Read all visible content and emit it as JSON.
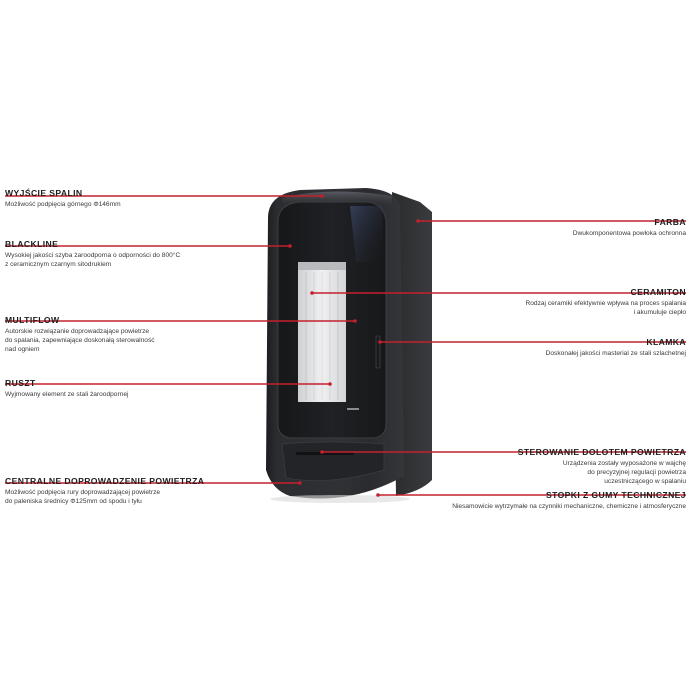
{
  "product": {
    "callouts": [
      {
        "id": "wyjscie-spalin",
        "title": "WYJŚCIE SPALIN",
        "lines": [
          "Możliwość podpięcia górnego Φ146mm"
        ]
      },
      {
        "id": "blackline",
        "title": "BLACKLINE",
        "lines": [
          "Wysokiej jakości szyba żaroodporna o odporności do 800°C",
          "z ceramicznym czarnym sitodrukiem"
        ]
      },
      {
        "id": "multiflow",
        "title": "MULTIFLOW",
        "lines": [
          "Autorskie rozwiązanie doprowadzające powietrze",
          "do spalania, zapewniające doskonałą sterowalność",
          "nad ogniem"
        ]
      },
      {
        "id": "ruszt",
        "title": "RUSZT",
        "lines": [
          "Wyjmowany element ze stali żaroodpornej"
        ]
      },
      {
        "id": "centralne-doprowadzenie",
        "title": "CENTRALNE DOPROWADZENIE POWIETRZA",
        "lines": [
          "Możliwość podpięcia rury doprowadzającej powietrze",
          "do paleniska średnicy Φ125mm od spodu i tyłu"
        ]
      },
      {
        "id": "farba",
        "title": "FARBA",
        "lines": [
          "Dwukomponentowa powłoka ochronna"
        ]
      },
      {
        "id": "ceramiton",
        "title": "CERAMITON",
        "lines": [
          "Rodzaj ceramiki efektywnie wpływa na proces spalania",
          "i akumuluje ciepło"
        ]
      },
      {
        "id": "klamka",
        "title": "KLAMKA",
        "lines": [
          "Doskonałej jakości masterial ze stali szlachetnej"
        ]
      },
      {
        "id": "sterowanie",
        "title": "STEROWANIE DOLOTEM POWIETRZA",
        "lines": [
          "Urządzenia zostały wyposażone w wajchę",
          "do precyzyjnej regulacji powietrza",
          "uczestniczącego w spalaniu"
        ]
      },
      {
        "id": "stopki",
        "title": "STOPKI Z GUMY TECHNICZNEJ",
        "lines": [
          "Niesamowicie wytrzymałe na czynniki mechaniczne, chemiczne i atmosferyczne"
        ]
      }
    ]
  },
  "colors": {
    "accent": "#c4202e",
    "stove_body": "#2b2c2e",
    "text": "#2b2b2b"
  }
}
